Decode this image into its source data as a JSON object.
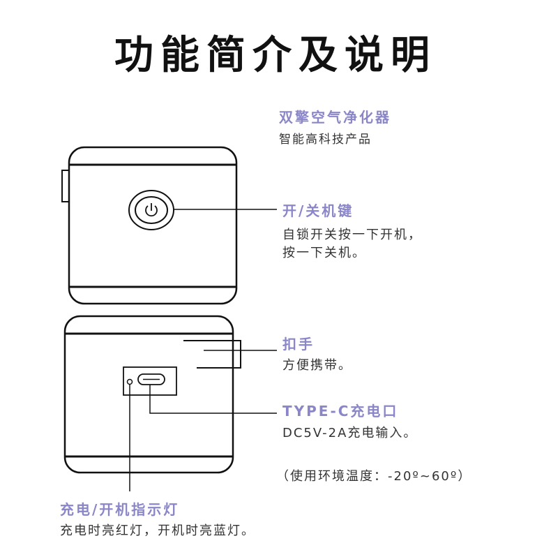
{
  "title": "功能简介及说明",
  "product": {
    "name": "双擎空气净化器",
    "tagline": "智能高科技产品"
  },
  "power_key": {
    "label": "开/关机键",
    "desc_line1": "自锁开关按一下开机，",
    "desc_line2": "按一下关机。"
  },
  "handle": {
    "label": "扣手",
    "desc": "方便携带。"
  },
  "typec": {
    "label": "TYPE-C充电口",
    "desc": "DC5V-2A充电输入。"
  },
  "temperature_note": "（使用环境温度：-20º~60º）",
  "indicator": {
    "label": "充电/开机指示灯",
    "desc": "充电时亮红灯，开机时亮蓝灯。"
  },
  "colors": {
    "accent": "#8a86c8",
    "line": "#111111"
  }
}
